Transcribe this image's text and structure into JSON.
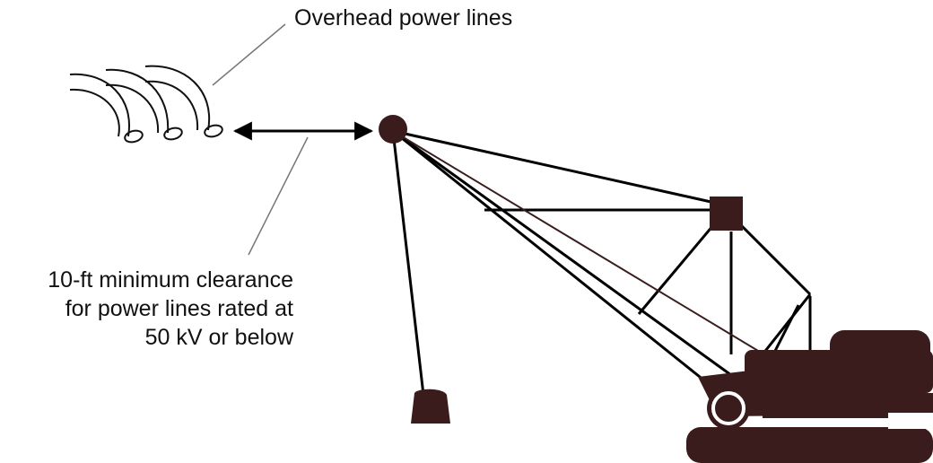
{
  "labels": {
    "power_lines": "Overhead power lines",
    "clearance": [
      "10-ft minimum clearance",
      "for power lines rated at",
      "50 kV or below"
    ]
  },
  "colors": {
    "crane": "#3a1c1c",
    "line": "#000000",
    "leader": "#777777"
  },
  "icons": {
    "power_lines": "power-lines-icon",
    "crane": "crane-icon",
    "bucket": "bucket-icon"
  }
}
